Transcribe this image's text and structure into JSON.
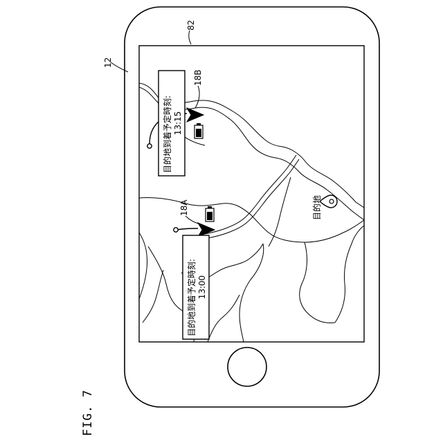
{
  "figure_label": "FIG. 7",
  "refs": {
    "device": "12",
    "screen": "82",
    "vehicle_b": "18B",
    "vehicle_a": "18A"
  },
  "callout_b": {
    "line1": "目的地到着予定時刻:",
    "line2": "13:15"
  },
  "callout_a": {
    "line1": "目的地到着予定時刻:",
    "line2": "13:00"
  },
  "destination_label": "目的地",
  "icons": [
    "battery-icon",
    "vehicle-arrow-icon",
    "destination-pin-icon",
    "home-button-icon"
  ]
}
